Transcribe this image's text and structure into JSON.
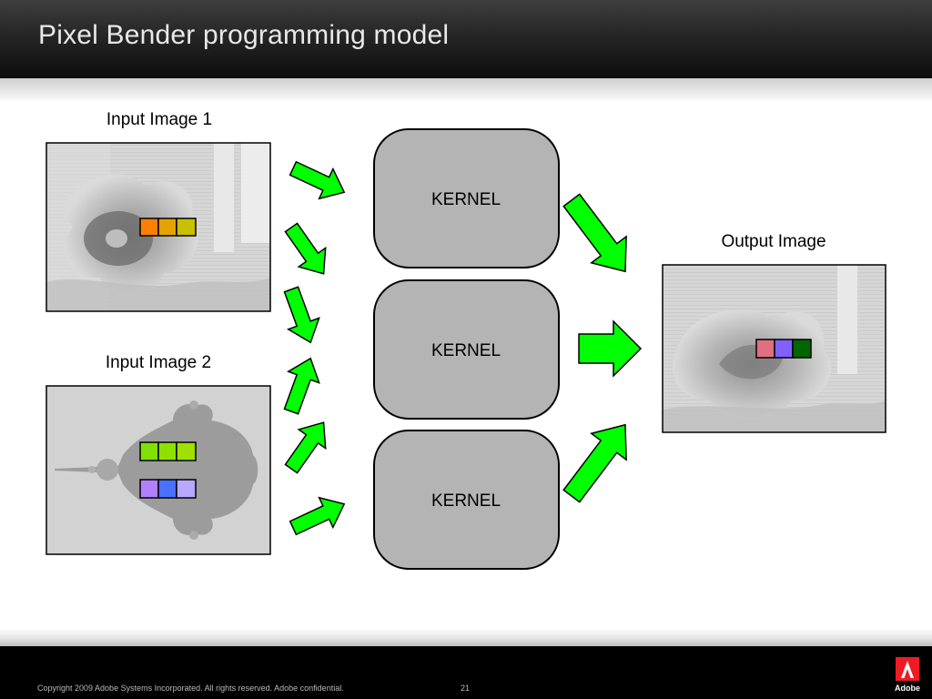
{
  "slide": {
    "title": "Pixel Bender programming model"
  },
  "diagram": {
    "input_image_1_label": "Input Image 1",
    "input_image_2_label": "Input Image 2",
    "output_image_label": "Output Image",
    "kernels": [
      "KERNEL",
      "KERNEL",
      "KERNEL"
    ],
    "arrow_color": "#00ff00",
    "kernel_fill": "#b4b4b4",
    "pixel_colors": {
      "input_1": [
        "#ff7f00",
        "#e5a200",
        "#c8c000"
      ],
      "input_2_row_1": [
        "#80e000",
        "#8ee000",
        "#a0e000"
      ],
      "input_2_row_2": [
        "#b080ff",
        "#4a70ff",
        "#b8a8ff"
      ],
      "output": [
        "#e07080",
        "#8060ff",
        "#006600"
      ]
    }
  },
  "footer": {
    "copyright": "Copyright 2009 Adobe Systems Incorporated.  All rights reserved.  Adobe confidential.",
    "page_number": "21",
    "logo_text": "Adobe"
  }
}
